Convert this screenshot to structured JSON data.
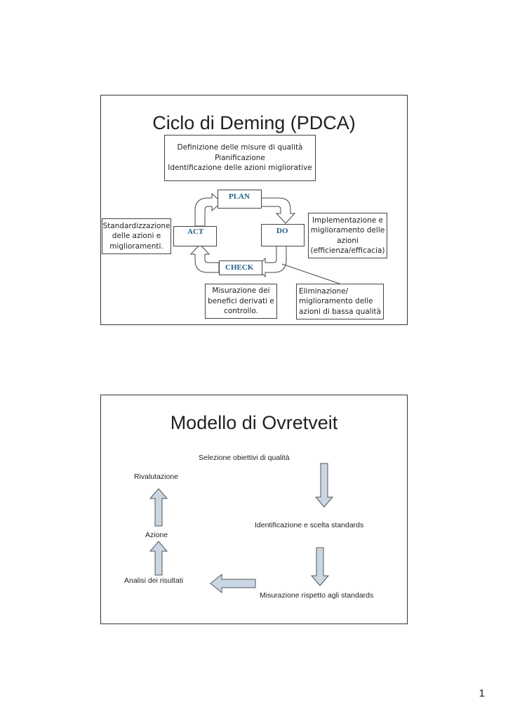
{
  "slide1": {
    "title": "Ciclo di Deming (PDCA)",
    "plan_box": {
      "lines": [
        "Definizione delle misure di qualità",
        "Pianificazione",
        "Identificazione delle azioni migliorative"
      ]
    },
    "phases": {
      "plan": "PLAN",
      "do": "DO",
      "check": "CHECK",
      "act": "ACT"
    },
    "act_note": {
      "lines": [
        "Standardizzazione",
        "delle azioni e",
        "miglioramenti."
      ]
    },
    "do_note": {
      "lines": [
        "Implementazione e",
        "miglioramento delle",
        "azioni",
        "(efficienza/efficacia)"
      ]
    },
    "check_note": {
      "lines": [
        "Misurazione dei",
        "benefici derivati e",
        "controllo."
      ]
    },
    "elim_note": {
      "lines": [
        "Eliminazione/",
        "miglioramento delle",
        "azioni di bassa qualità"
      ]
    },
    "colors": {
      "phase_label": "#1f5f86",
      "border": "#444444"
    }
  },
  "slide2": {
    "title": "Modello di Ovretveit",
    "steps": {
      "selezione": "Selezione obiettivi di qualità",
      "identificazione": "Identificazione e scelta standards",
      "misurazione": "Misurazione rispetto agli standards",
      "analisi": "Analisi dei risultati",
      "azione": "Azione",
      "rivalutazione": "Rivalutazione"
    },
    "colors": {
      "arrow_fill": "#c9d6e3",
      "arrow_stroke": "#555555"
    }
  },
  "page_number": "1"
}
